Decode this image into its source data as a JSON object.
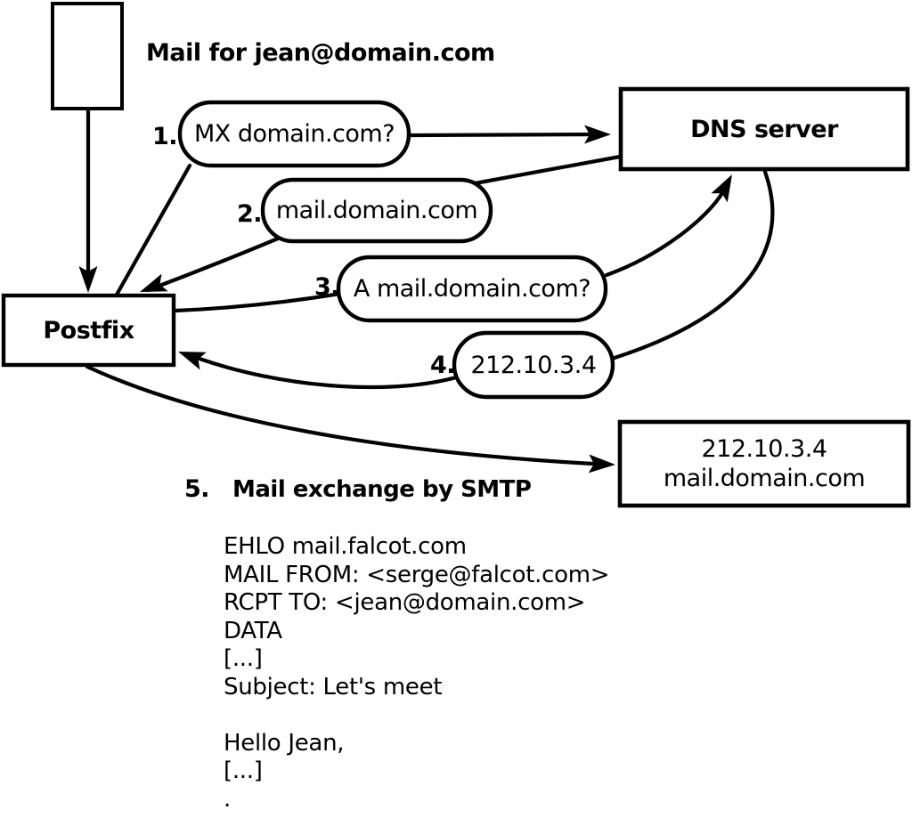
{
  "title": "Mail for jean@domain.com",
  "nodes": {
    "mail_source": "",
    "dns_server": "DNS server",
    "postfix": "Postfix",
    "result_ip": "212.10.3.4",
    "result_host": "mail.domain.com"
  },
  "steps": [
    {
      "num": "1.",
      "label": "MX domain.com?"
    },
    {
      "num": "2.",
      "label": "mail.domain.com"
    },
    {
      "num": "3.",
      "label": "A mail.domain.com?"
    },
    {
      "num": "4.",
      "label": "212.10.3.4"
    },
    {
      "num": "5.",
      "label": "Mail exchange by SMTP"
    }
  ],
  "smtp_session": {
    "lines": [
      "EHLO mail.falcot.com",
      "MAIL FROM: <serge@falcot.com>",
      "RCPT TO: <jean@domain.com>",
      "DATA",
      "[...]",
      "Subject: Let's meet",
      "",
      "Hello Jean,",
      "[...]",
      "."
    ]
  },
  "colors": {
    "ink": "#000000",
    "background": "#ffffff"
  }
}
